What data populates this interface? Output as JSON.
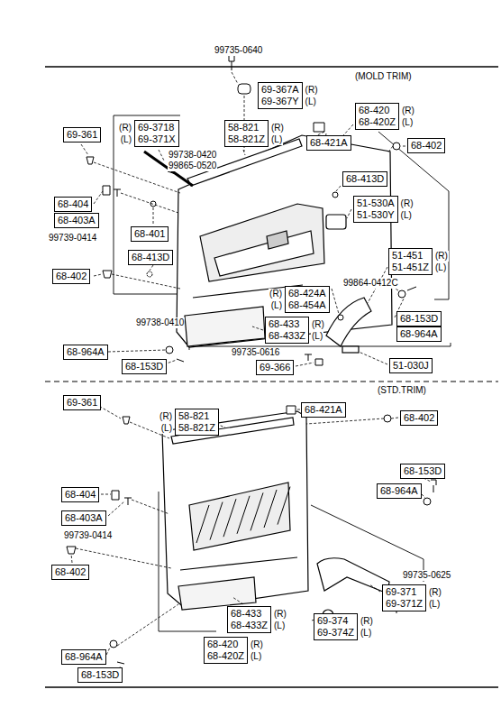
{
  "diagram": {
    "nodes": [
      {
        "text": [
          "69-367A",
          "69-367Y"
        ]
      },
      {
        "text": [
          "69-3718",
          "69-371X"
        ]
      },
      {
        "text": [
          "58-821",
          "58-821Z"
        ]
      },
      {
        "text": [
          "68-420",
          "68-420Z"
        ]
      },
      {
        "text": [
          "69-361"
        ]
      },
      {
        "text": [
          "68-421A"
        ]
      },
      {
        "text": [
          "68-402"
        ]
      },
      {
        "text": [
          "68-413D"
        ]
      },
      {
        "text": [
          "51-530A",
          "51-530Y"
        ]
      },
      {
        "text": [
          "68-404"
        ]
      },
      {
        "text": [
          "68-403A"
        ]
      },
      {
        "text": [
          "68-401"
        ]
      },
      {
        "text": [
          "51-451",
          "51-451Z"
        ]
      },
      {
        "text": [
          "68-413D"
        ]
      },
      {
        "text": [
          "68-402"
        ]
      },
      {
        "text": [
          "68-424A",
          "68-454A"
        ]
      },
      {
        "text": [
          "68-433",
          "68-433Z"
        ]
      },
      {
        "text": [
          "68-153D"
        ]
      },
      {
        "text": [
          "68-964A"
        ]
      },
      {
        "text": [
          "68-964A"
        ]
      },
      {
        "text": [
          "68-153D"
        ]
      },
      {
        "text": [
          "69-366"
        ]
      },
      {
        "text": [
          "51-030J"
        ]
      },
      {
        "text": [
          "69-361"
        ]
      },
      {
        "text": [
          "58-821",
          "58-821Z"
        ]
      },
      {
        "text": [
          "68-421A"
        ]
      },
      {
        "text": [
          "68-402"
        ]
      },
      {
        "text": [
          "68-153D"
        ]
      },
      {
        "text": [
          "68-964A"
        ]
      },
      {
        "text": [
          "68-404"
        ]
      },
      {
        "text": [
          "68-403A"
        ]
      },
      {
        "text": [
          "68-402"
        ]
      },
      {
        "text": [
          "69-371",
          "69-371Z"
        ]
      },
      {
        "text": [
          "68-433",
          "68-433Z"
        ]
      },
      {
        "text": [
          "69-374",
          "69-374Z"
        ]
      },
      {
        "text": [
          "68-420",
          "68-420Z"
        ]
      },
      {
        "text": [
          "68-964A"
        ]
      },
      {
        "text": [
          "68-153D"
        ]
      }
    ],
    "labels": [
      "99735-0640",
      "(MOLD TRIM)",
      "(R)",
      "(L)",
      "(R)",
      "(L)",
      "(R)",
      "(L)",
      "(R)",
      "(L)",
      "99738-0420",
      "99865-0520",
      "(R)",
      "(L)",
      "99739-0414",
      "(R)",
      "(L)",
      "99864-0412C",
      "(R)",
      "(L)",
      "99738-0410",
      "(R)",
      "(L)",
      "99735-0616",
      "(STD.TRIM)",
      "(R)",
      "(L)",
      "99739-0414",
      "99735-0625",
      "(R)",
      "(L)",
      "(R)",
      "(L)",
      "(R)",
      "(L)",
      "(R)",
      "(L)"
    ]
  }
}
